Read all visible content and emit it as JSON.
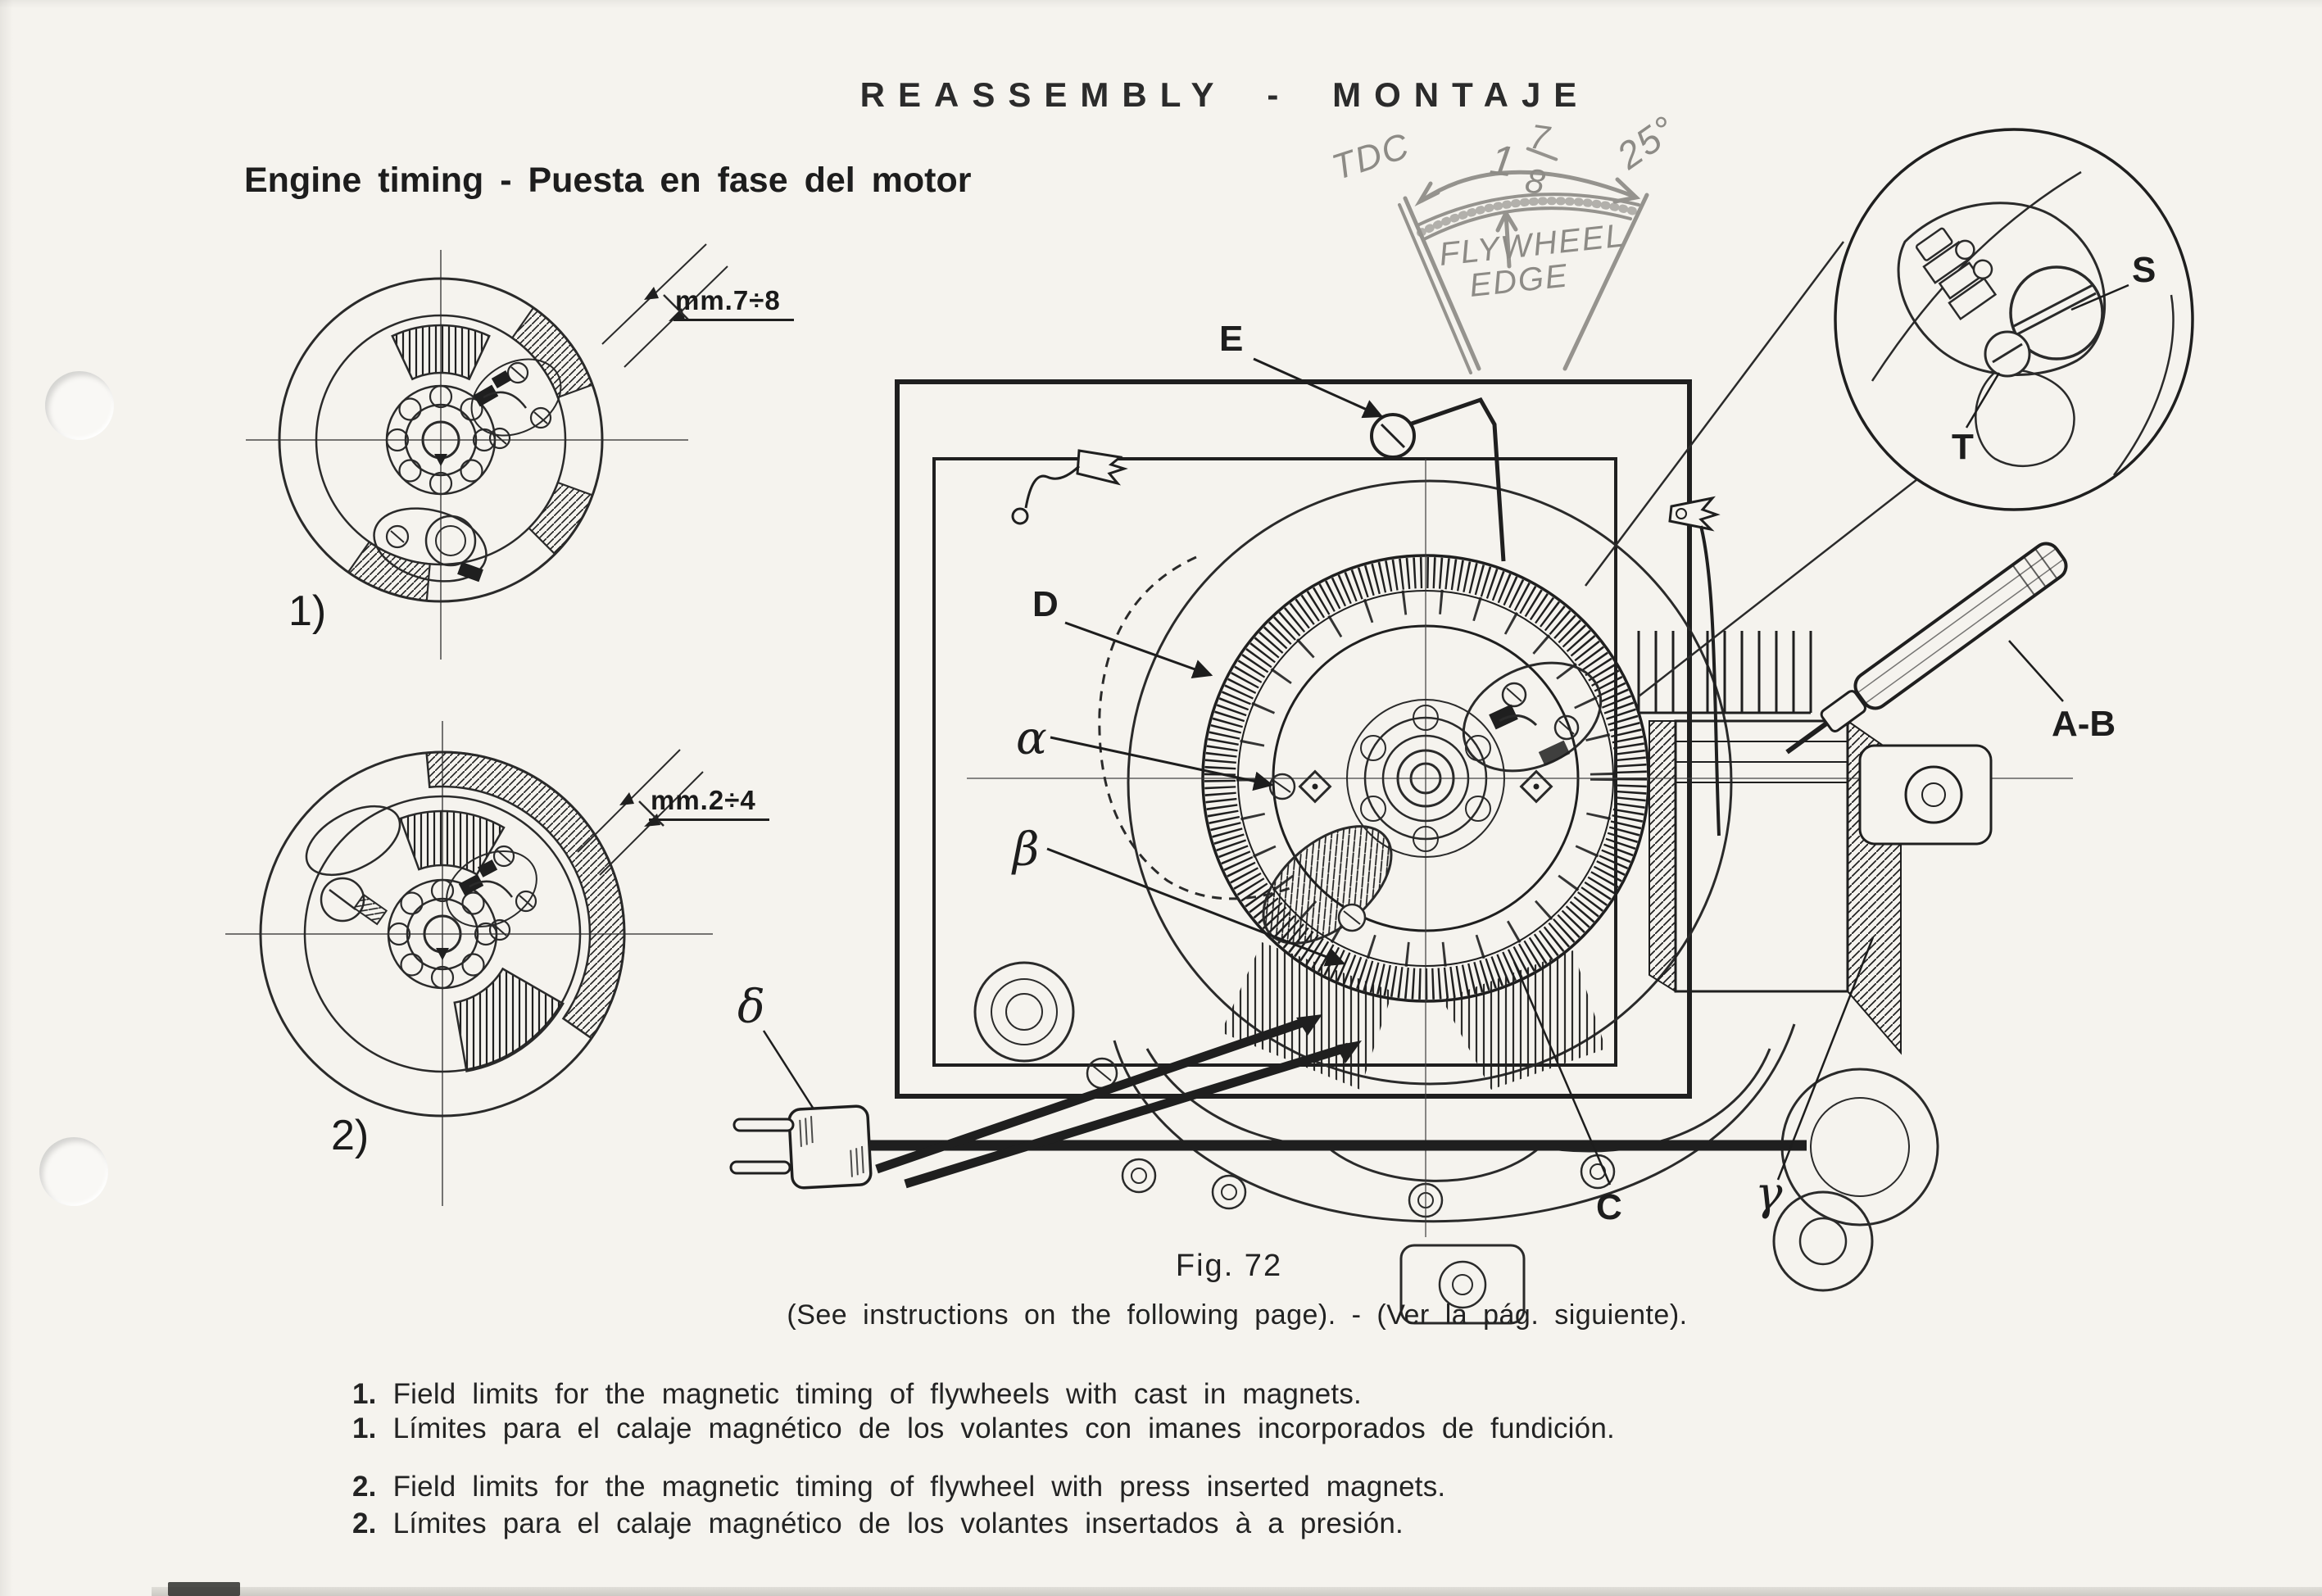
{
  "page": {
    "title": "REASSEMBLY - MONTAJE",
    "heading": "Engine timing - Puesta en fase del motor"
  },
  "handwritten": {
    "tdc": "TDC",
    "fraction_whole": "1",
    "fraction_numerator": "7",
    "fraction_denominator": "8",
    "angle": "25°",
    "edge_line1": "FLYWHEEL",
    "edge_line2": "EDGE"
  },
  "figure": {
    "caption": "Fig. 72",
    "note": "(See instructions on the following page). - (Ver la pág. siguiente)."
  },
  "diagram_labels": {
    "dim_flywheel1": "mm.7÷8",
    "dim_flywheel2": "mm.2÷4",
    "flywheel1": "1)",
    "flywheel2": "2)",
    "e": "E",
    "d": "D",
    "alpha": "α",
    "beta": "β",
    "gamma": "γ",
    "delta": "δ",
    "c": "C",
    "ab": "A-B",
    "s": "S",
    "t": "T"
  },
  "items": [
    {
      "number": "1.",
      "english": "Field limits for the magnetic timing of flywheels with cast in magnets.",
      "spanish": "Límites para el calaje magnético de los volantes con imanes incorporados de fundición."
    },
    {
      "number": "2.",
      "english": "Field limits for the magnetic timing of flywheel with press inserted magnets.",
      "spanish": "Límites para el calaje magnético de los volantes insertados à a presión."
    }
  ],
  "colors": {
    "paper": "#f5f3ee",
    "ink": "#1f1f1f",
    "pencil": "#8d8b86"
  }
}
